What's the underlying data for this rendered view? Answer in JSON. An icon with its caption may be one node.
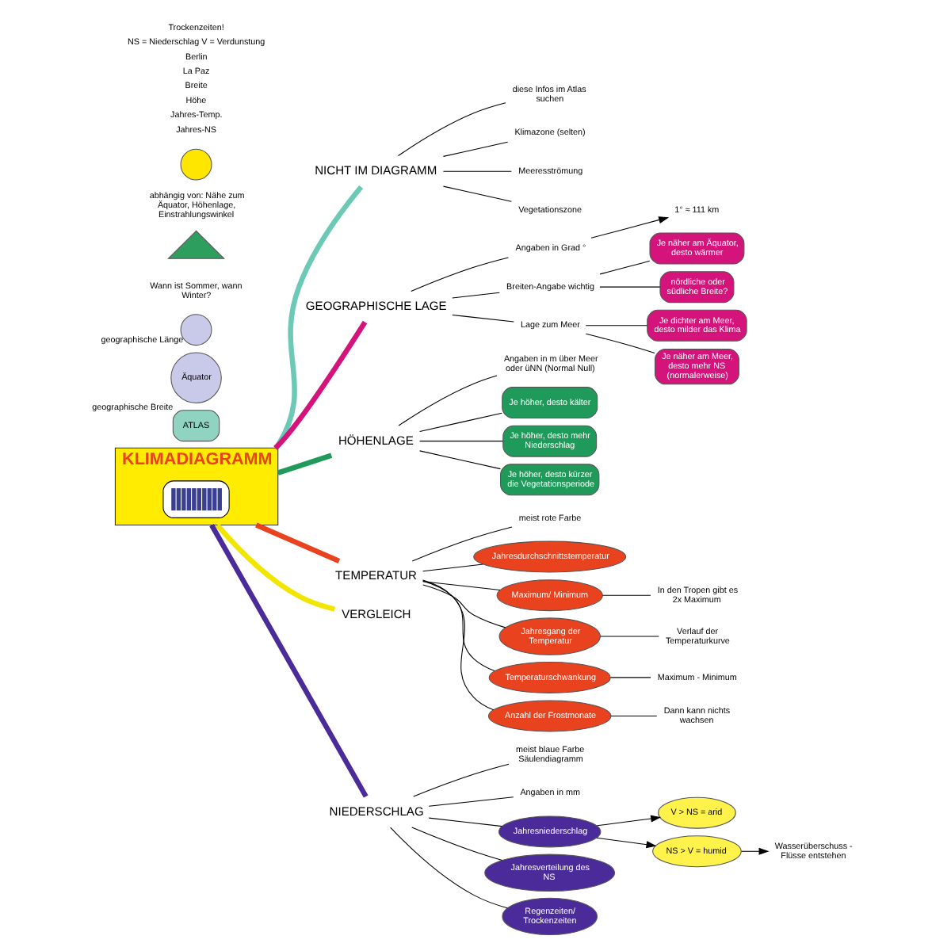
{
  "diagram": {
    "nodes": [
      {
        "text": [
          "KLIMADIAGRAMM"
        ]
      },
      {
        "text": [],
        "shape": "picture",
        "in": 0
      },
      {
        "text": [
          "NICHT IM DIAGRAMM"
        ]
      },
      {
        "text": [
          "diese Infos im Atlas suchen"
        ]
      },
      {
        "text": [
          "ATLAS"
        ]
      },
      {
        "text": [
          "Klimazone (selten)"
        ]
      },
      {
        "text": [
          "Meeresströmung"
        ]
      },
      {
        "text": [
          "Vegetationszone"
        ]
      },
      {
        "text": [
          "GEOGRAPHISCHE LAGE"
        ]
      },
      {
        "text": [
          "Äquator"
        ],
        "beside": [
          "geographische Breite"
        ]
      },
      {
        "text": [],
        "shape": "circle",
        "beside": [
          "geographische Länge"
        ]
      },
      {
        "text": [
          "Angaben in Grad °"
        ]
      },
      {
        "text": [
          "1° ≈ 111 km"
        ]
      },
      {
        "text": [
          "Breiten-Angabe wichtig"
        ]
      },
      {
        "text": [
          "Je näher am Äquator, desto wärmer"
        ]
      },
      {
        "text": [
          "nördliche oder südliche Breite?"
        ]
      },
      {
        "text": [
          "Wann ist Sommer, wann Winter?"
        ]
      },
      {
        "text": [
          "Lage zum Meer"
        ]
      },
      {
        "text": [
          "Je dichter am Meer, desto milder das Klima"
        ]
      },
      {
        "text": [
          "Je näher am Meer, desto mehr NS (normalerweise)"
        ]
      },
      {
        "text": [
          "HÖHENLAGE"
        ]
      },
      {
        "text": [
          "Angaben in m über Meer oder üNN (Normal Null)"
        ]
      },
      {
        "text": [
          "Je höher, desto kälter"
        ]
      },
      {
        "text": [
          "Je höher, desto mehr Niederschlag"
        ]
      },
      {
        "text": [
          "Je höher, desto kürzer die Vegetationsperiode"
        ]
      },
      {
        "text": [],
        "shape": "picture"
      },
      {
        "text": [
          "TEMPERATUR"
        ]
      },
      {
        "text": [
          "meist rote Farbe"
        ]
      },
      {
        "text": [
          "Jahresdurchschnittstemperatur"
        ]
      },
      {
        "text": [
          "Maximum/ Minimum"
        ]
      },
      {
        "text": [
          "Jahresgang der Temperatur"
        ]
      },
      {
        "text": [
          "Temperaturschwankung"
        ]
      },
      {
        "text": [
          "Anzahl der Frostmonate"
        ]
      },
      {
        "text": [
          "In den Tropen gibt es 2x Maximum"
        ]
      },
      {
        "text": [
          "Verlauf der Temperaturkurve"
        ]
      },
      {
        "text": [
          "Maximum - Minimum"
        ]
      },
      {
        "text": [
          "Dann kann nichts wachsen"
        ]
      },
      {
        "text": [
          "abhängig von: Nähe zum Äquator, Höhenlage, Einstrahlungswinkel"
        ]
      },
      {
        "text": [],
        "shape": "circle"
      },
      {
        "text": [
          "VERGLEICH"
        ]
      },
      {
        "text": [
          "NIEDERSCHLAG"
        ]
      },
      {
        "text": [
          "meist blaue Farbe Säulendiagramm"
        ]
      },
      {
        "text": [
          "Angaben in mm"
        ]
      },
      {
        "text": [
          "Jahresniederschlag"
        ]
      },
      {
        "text": [
          "Jahresverteilung des NS"
        ]
      },
      {
        "text": [
          "Regenzeiten/ Trockenzeiten"
        ]
      },
      {
        "text": [
          "V > NS = arid"
        ]
      },
      {
        "text": [
          "NS > V = humid"
        ]
      },
      {
        "text": [
          "Wasserüberschuss - Flüsse entstehen"
        ]
      }
    ],
    "edges": [
      {
        "from": 0,
        "to": 2,
        "arrow": "none",
        "style": "thick",
        "color": "#6cc9b5"
      },
      {
        "from": 0,
        "to": 8,
        "arrow": "none",
        "style": "thick",
        "color": "#d4147a"
      },
      {
        "from": 0,
        "to": 20,
        "arrow": "none",
        "style": "thick",
        "color": "#1f9a5a"
      },
      {
        "from": 0,
        "to": 26,
        "arrow": "none",
        "style": "thick",
        "color": "#e8421e"
      },
      {
        "from": 0,
        "to": 39,
        "arrow": "none",
        "style": "thick",
        "color": "#f2e600"
      },
      {
        "from": 0,
        "to": 40,
        "arrow": "none",
        "style": "thick",
        "color": "#4b2a9a"
      },
      {
        "from": 2,
        "to": 3,
        "arrow": "none"
      },
      {
        "from": 2,
        "to": 5,
        "arrow": "none"
      },
      {
        "from": 2,
        "to": 6,
        "arrow": "none"
      },
      {
        "from": 2,
        "to": 7,
        "arrow": "none"
      },
      {
        "from": 8,
        "to": 11,
        "arrow": "none"
      },
      {
        "from": 11,
        "to": 12,
        "arrow": "to"
      },
      {
        "from": 8,
        "to": 13,
        "arrow": "none"
      },
      {
        "from": 13,
        "to": 14,
        "arrow": "none"
      },
      {
        "from": 13,
        "to": 15,
        "arrow": "none"
      },
      {
        "from": 8,
        "to": 17,
        "arrow": "none"
      },
      {
        "from": 17,
        "to": 18,
        "arrow": "none"
      },
      {
        "from": 17,
        "to": 19,
        "arrow": "none"
      },
      {
        "from": 20,
        "to": 21,
        "arrow": "none"
      },
      {
        "from": 20,
        "to": 22,
        "arrow": "none"
      },
      {
        "from": 20,
        "to": 23,
        "arrow": "none"
      },
      {
        "from": 20,
        "to": 24,
        "arrow": "none"
      },
      {
        "from": 26,
        "to": 27,
        "arrow": "none"
      },
      {
        "from": 26,
        "to": 28,
        "arrow": "none"
      },
      {
        "from": 26,
        "to": 29,
        "arrow": "none"
      },
      {
        "from": 26,
        "to": 30,
        "arrow": "none"
      },
      {
        "from": 26,
        "to": 31,
        "arrow": "none"
      },
      {
        "from": 26,
        "to": 32,
        "arrow": "none"
      },
      {
        "from": 29,
        "to": 33,
        "arrow": "none"
      },
      {
        "from": 30,
        "to": 34,
        "arrow": "none"
      },
      {
        "from": 31,
        "to": 35,
        "arrow": "none"
      },
      {
        "from": 32,
        "to": 36,
        "arrow": "none"
      },
      {
        "from": 40,
        "to": 41,
        "arrow": "none"
      },
      {
        "from": 40,
        "to": 42,
        "arrow": "none"
      },
      {
        "from": 40,
        "to": 43,
        "arrow": "none"
      },
      {
        "from": 40,
        "to": 44,
        "arrow": "none"
      },
      {
        "from": 40,
        "to": 45,
        "arrow": "none"
      },
      {
        "from": 43,
        "to": 46,
        "arrow": "to"
      },
      {
        "from": 43,
        "to": 47,
        "arrow": "to"
      },
      {
        "from": 47,
        "to": 48,
        "arrow": "to"
      }
    ],
    "labels": [
      "Trockenzeiten!",
      "NS = Niederschlag V = Verdunstung",
      "Berlin",
      "La Paz",
      "Breite",
      "Höhe",
      "Jahres-Temp.",
      "Jahres-NS"
    ]
  }
}
